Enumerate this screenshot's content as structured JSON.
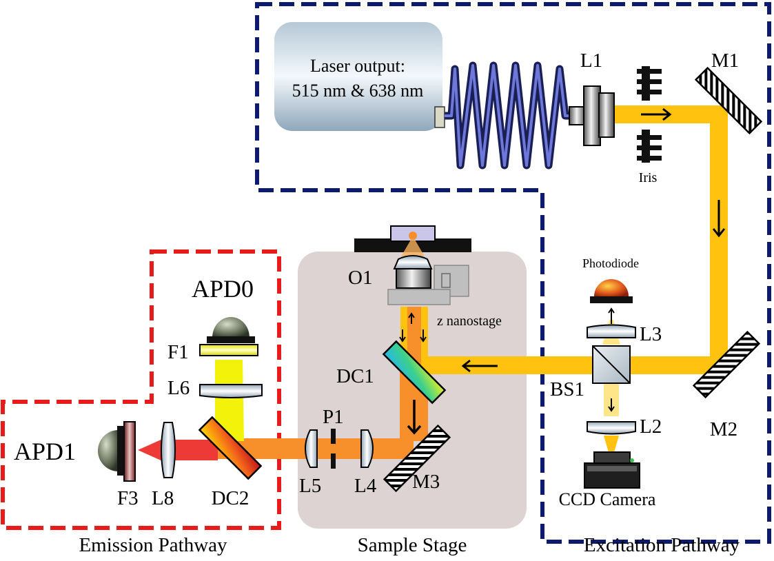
{
  "labels": {
    "laser_line1": "Laser output:",
    "laser_line2": "515 nm & 638 nm",
    "l1": "L1",
    "m1": "M1",
    "iris": "Iris",
    "photodiode": "Photodiode",
    "l3": "L3",
    "bs1": "BS1",
    "l2": "L2",
    "m2": "M2",
    "ccd": "CCD Camera",
    "o1": "O1",
    "z_nanostage": "z nanostage",
    "dc1": "DC1",
    "p1": "P1",
    "l5": "L5",
    "l4": "L4",
    "m3": "M3",
    "apd0": "APD0",
    "f1": "F1",
    "l6": "L6",
    "apd1": "APD1",
    "f3": "F3",
    "l8": "L8",
    "dc2": "DC2"
  },
  "sections": {
    "emission": "Emission Pathway",
    "sample": "Sample Stage",
    "excitation": "Excitation Pathway"
  },
  "colors": {
    "excitation_border": "#0d1a6e",
    "emission_border": "#e81b1b",
    "sample_stage_bg": "#dcd3d2",
    "excitation_beam": "#ffc20e",
    "emission_beam": "#f7902a",
    "yellow_beam": "#f2f20a",
    "red_beam": "#ee3a36"
  }
}
